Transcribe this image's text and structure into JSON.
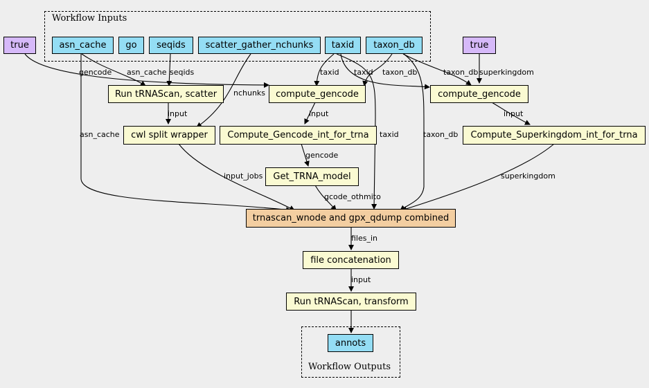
{
  "clusters": {
    "inputs_label": "Workflow Inputs",
    "outputs_label": "Workflow Outputs"
  },
  "nodes": {
    "true_left": "true",
    "asn_cache": "asn_cache",
    "go": "go",
    "seqids": "seqids",
    "scatter_gather_nchunks": "scatter_gather_nchunks",
    "taxid": "taxid",
    "taxon_db": "taxon_db",
    "true_right": "true",
    "run_trnascan_scatter": "Run tRNAScan, scatter",
    "compute_gencode_1": "compute_gencode",
    "compute_gencode_2": "compute_gencode",
    "cwl_split_wrapper": "cwl split wrapper",
    "compute_gencode_int": "Compute_Gencode_int_for_trna",
    "compute_superkingdom_int": "Compute_Superkingdom_int_for_trna",
    "get_trna_model": "Get_TRNA_model",
    "trnascan_combined": "trnascan_wnode and gpx_qdump combined",
    "file_concatenation": "file concatenation",
    "run_trnascan_transform": "Run tRNAScan, transform",
    "annots": "annots"
  },
  "edge_labels": {
    "gencode_1": "gencode",
    "asn_cache_1": "asn_cache",
    "seqids": "seqids",
    "taxid_1": "taxid",
    "taxid_2": "taxid",
    "taxon_db_1": "taxon_db",
    "taxon_db_2": "taxon_db",
    "superkingdom_1": "superkingdom",
    "nchunks": "nchunks",
    "input_1": "input",
    "input_2": "input",
    "input_3": "input",
    "asn_cache_2": "asn_cache",
    "taxid_3": "taxid",
    "taxon_db_3": "taxon_db",
    "gencode_2": "gencode",
    "input_jobs": "input_jobs",
    "gcode_othmito": "gcode_othmito",
    "superkingdom_2": "superkingdom",
    "files_in": "files_in",
    "input_4": "input"
  },
  "colors": {
    "input_node": "#94ddf4",
    "constant_node": "#d6b9f9",
    "step_node": "#fafad2",
    "combined_node": "#f3cea1",
    "background": "#eeeeee"
  }
}
